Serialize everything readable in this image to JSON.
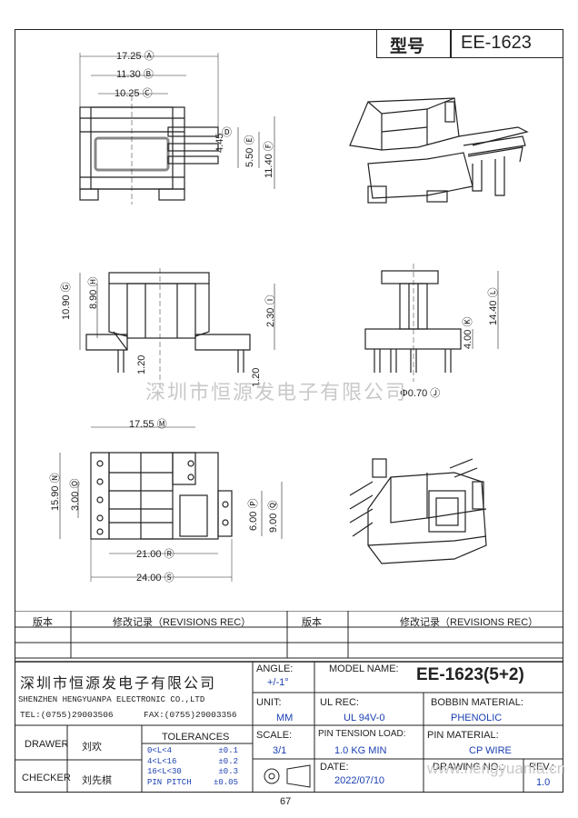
{
  "header": {
    "model_label": "型号",
    "model_value": "EE-1623"
  },
  "watermark": {
    "text": "深圳市恒源发电子有限公司",
    "url": "www.hengyuanfa.cn"
  },
  "dims_top_left": {
    "d_a": "17.25 Ⓐ",
    "d_b": "11.30 Ⓑ",
    "d_c": "10.25 Ⓒ",
    "d_d": "Ⓓ",
    "d_e": "4.45",
    "d_f": "5.50 Ⓔ",
    "d_g": "11.40 Ⓕ"
  },
  "dims_mid_left": {
    "d_g": "10.90 Ⓖ",
    "d_h": "8.90 Ⓗ",
    "d_i": "2.30 Ⓘ",
    "d_j": "1.20",
    "d_k": "1.20"
  },
  "dims_mid_right": {
    "d_l": "14.40 Ⓛ",
    "d_k": "4.00 Ⓚ",
    "d_pin": "Φ0.70 Ⓙ"
  },
  "dims_bottom": {
    "d_m": "17.55 Ⓜ",
    "d_n": "15.90 Ⓝ",
    "d_o": "3.00 Ⓞ",
    "d_p": "6.00 Ⓟ",
    "d_q": "9.00 Ⓠ",
    "d_r": "21.00 Ⓡ",
    "d_s": "24.00 Ⓢ"
  },
  "revision_table": {
    "left_version": "版本",
    "left_record": "修改记录（REVISIONS REC）",
    "right_version": "版本",
    "right_record": "修改记录（REVISIONS REC）"
  },
  "title_block": {
    "company_cn": "深圳市恒源发电子有限公司",
    "company_en": "SHENZHEN HENGYUANPA ELECTRONIC CO.,LTD",
    "tel": "TEL:(0755)29003506",
    "fax": "FAX:(0755)29003356",
    "angle_label": "ANGLE:",
    "angle_value": "+/-1°",
    "model_name_label": "MODEL NAME:",
    "model_name_value": "EE-1623(5+2)",
    "unit_label": "UNIT:",
    "unit_value": "MM",
    "ul_rec_label": "UL REC:",
    "ul_rec_value": "UL 94V-0",
    "bobbin_label": "BOBBIN MATERIAL:",
    "bobbin_value": "PHENOLIC",
    "drawer_label": "DRAWER",
    "drawer_value": "刘欢",
    "checker_label": "CHECKER",
    "checker_value": "刘先棋",
    "tolerances_label": "TOLERANCES",
    "tol_rows": [
      {
        "range": "0<L<4",
        "tol": "±0.1"
      },
      {
        "range": "4<L<16",
        "tol": "±0.2"
      },
      {
        "range": "16<L<30",
        "tol": "±0.3"
      },
      {
        "range": "PIN PITCH",
        "tol": "±0.05"
      }
    ],
    "scale_label": "SCALE:",
    "scale_value": "3/1",
    "pin_tension_label": "PIN TENSION LOAD:",
    "pin_tension_value": "1.0 KG MIN",
    "pin_material_label": "PIN MATERIAL:",
    "pin_material_value": "CP WIRE",
    "date_label": "DATE:",
    "date_value": "2022/07/10",
    "drawing_no_label": "DRAWING NO.:",
    "rev_label": "REV.:",
    "rev_value": "1.0"
  },
  "page_number": "67"
}
